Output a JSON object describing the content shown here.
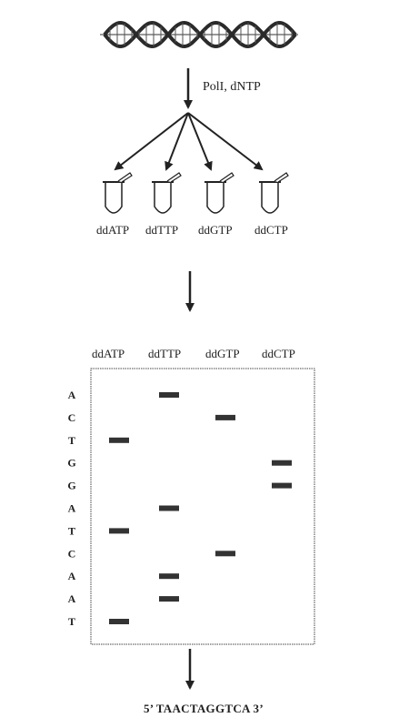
{
  "step_label": "PolI, dNTP",
  "tubes": [
    "ddATP",
    "ddTTP",
    "ddGTP",
    "ddCTP"
  ],
  "gel": {
    "lanes": [
      "ddATP",
      "ddTTP",
      "ddGTP",
      "ddCTP"
    ],
    "bands": [
      {
        "lane": 1,
        "order": 0
      },
      {
        "lane": 2,
        "order": 1
      },
      {
        "lane": 0,
        "order": 2
      },
      {
        "lane": 3,
        "order": 3
      },
      {
        "lane": 3,
        "order": 4
      },
      {
        "lane": 1,
        "order": 5
      },
      {
        "lane": 0,
        "order": 6
      },
      {
        "lane": 2,
        "order": 7
      },
      {
        "lane": 1,
        "order": 8
      },
      {
        "lane": 1,
        "order": 9
      },
      {
        "lane": 0,
        "order": 10
      }
    ],
    "left_labels": [
      {
        "text": "A",
        "order": 0
      },
      {
        "text": "C",
        "order": 1
      },
      {
        "text": "T",
        "order": 2
      },
      {
        "text": "G",
        "order": 3
      },
      {
        "text": "G",
        "order": 4
      },
      {
        "text": "A",
        "order": 5
      },
      {
        "text": "T",
        "order": 6
      },
      {
        "text": "C",
        "order": 7
      },
      {
        "text": "A",
        "order": 8
      },
      {
        "text": "A",
        "order": 9
      },
      {
        "text": "T",
        "order": 10
      }
    ]
  },
  "sequence": "5’  TAACTAGGTCA  3’"
}
